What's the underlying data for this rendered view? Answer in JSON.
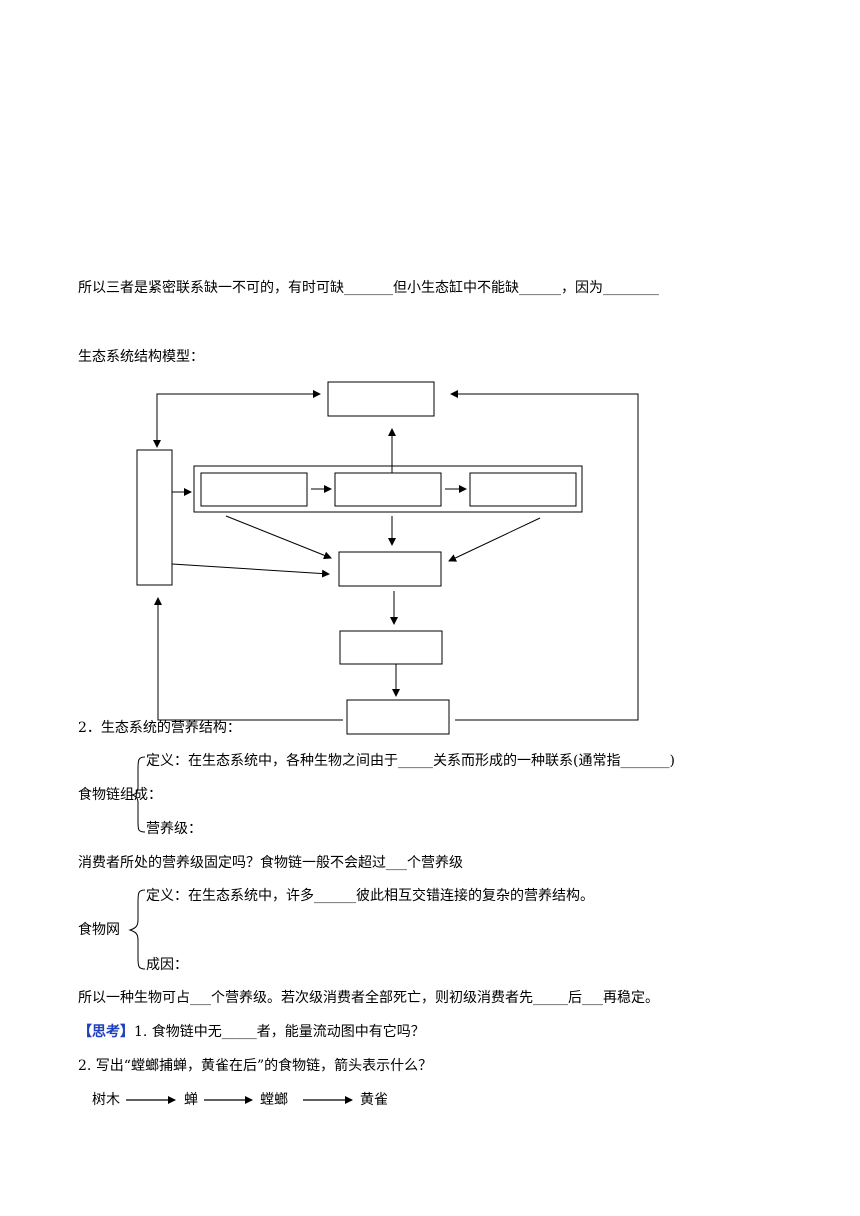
{
  "intro": {
    "sentence": "所以三者是紧密联系缺一不可的，有时可缺_______但小生态缸中不能缺______，因为________"
  },
  "model": {
    "heading": "生态系统结构模型："
  },
  "section2": {
    "heading": "2．生态系统的营养结构：",
    "food_chain": {
      "label": "食物链组成：",
      "definition": "定义：在生态系统中，各种生物之间由于_____关系而形成的一种联系(通常指_______)",
      "trophic": "营养级："
    },
    "question": "消费者所处的营养级固定吗？食物链一般不会超过___个营养级",
    "food_web": {
      "label": "食物网",
      "definition": "定义：在生态系统中，许多______彼此相互交错连接的复杂的营养结构。",
      "cause": "成因："
    },
    "conclusion": "所以一种生物可占___个营养级。若次级消费者全部死亡，则初级消费者先_____后___再稳定。"
  },
  "think": {
    "tag": "【思考】",
    "q1": "1. 食物链中无_____者，能量流动图中有它吗？",
    "q2": "2. 写出“螳螂捕蝉，黄雀在后”的食物链，箭头表示什么？"
  },
  "chain": {
    "items": [
      "树木",
      "蝉",
      "螳螂",
      "黄雀"
    ]
  }
}
